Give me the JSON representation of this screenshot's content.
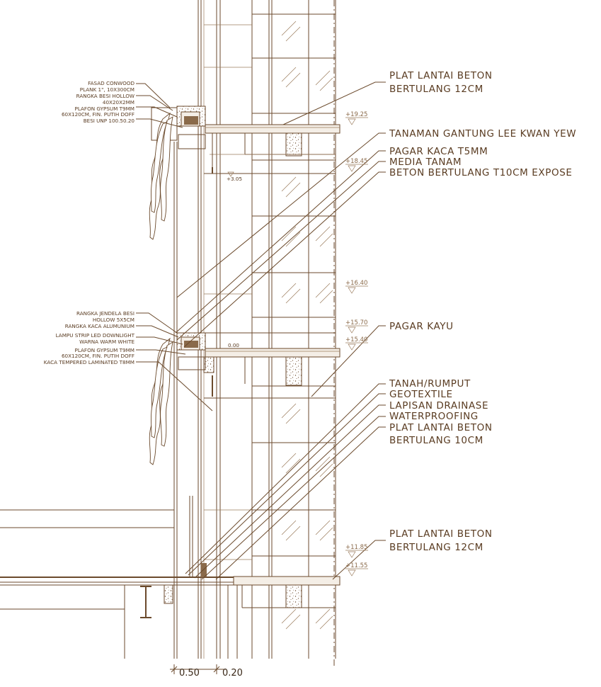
{
  "labels_right": [
    {
      "id": "plat-lantai-beton-12-top",
      "lines": [
        "PLAT LANTAI BETON",
        "BERTULANG 12CM"
      ]
    },
    {
      "id": "tanaman-gantung",
      "lines": [
        "TANAMAN GANTUNG LEE KWAN YEW"
      ]
    },
    {
      "id": "pagar-kaca",
      "lines": [
        "PAGAR KACA T5MM"
      ]
    },
    {
      "id": "media-tanam",
      "lines": [
        "MEDIA TANAM"
      ]
    },
    {
      "id": "beton-bertulang-expose",
      "lines": [
        "BETON BERTULANG T10CM EXPOSE"
      ]
    },
    {
      "id": "pagar-kayu",
      "lines": [
        "PAGAR KAYU"
      ]
    },
    {
      "id": "tanah-rumput",
      "lines": [
        "TANAH/RUMPUT"
      ]
    },
    {
      "id": "geotextile",
      "lines": [
        "GEOTEXTILE"
      ]
    },
    {
      "id": "lapisan-drainase",
      "lines": [
        "LAPISAN DRAINASE"
      ]
    },
    {
      "id": "waterproofing",
      "lines": [
        "WATERPROOFING"
      ]
    },
    {
      "id": "plat-lantai-beton-10",
      "lines": [
        "PLAT LANTAI BETON",
        "BERTULANG 10CM"
      ]
    },
    {
      "id": "plat-lantai-beton-12-bottom",
      "lines": [
        "PLAT LANTAI BETON",
        "BERTULANG 12CM"
      ]
    }
  ],
  "labels_left_top": [
    "FASAD CONWOOD",
    "PLANK 1\", 10X300CM",
    "RANGKA BESI HOLLOW",
    "40X20X2MM",
    "PLAFON GYPSUM T9MM",
    "60X120CM, FIN. PUTIH DOFF",
    "BESI UNP 100.50.20"
  ],
  "labels_left_bottom": [
    "RANGKA JENDELA BESI",
    "HOLLOW 5X5CM",
    "RANGKA KACA ALUMUNIUM",
    "LAMPU STRIP LED DOWNLIGHT",
    "WARNA WARM WHITE",
    "PLAFON GYPSUM T9MM",
    "60X120CM, FIN. PUTIH DOFF",
    "KACA TEMPERED LAMINATED T8MM"
  ],
  "levels": [
    "+19.25",
    "+18.45",
    "+16.40",
    "+15.70",
    "+15.40",
    "+11.85",
    "+11.55"
  ],
  "small_marks": [
    "+3.05",
    "0.00"
  ],
  "dimensions": [
    "0.50",
    "0.20"
  ],
  "colors": {
    "line": "#6b4a2c",
    "text": "#5a3c22",
    "background": "#ffffff"
  }
}
